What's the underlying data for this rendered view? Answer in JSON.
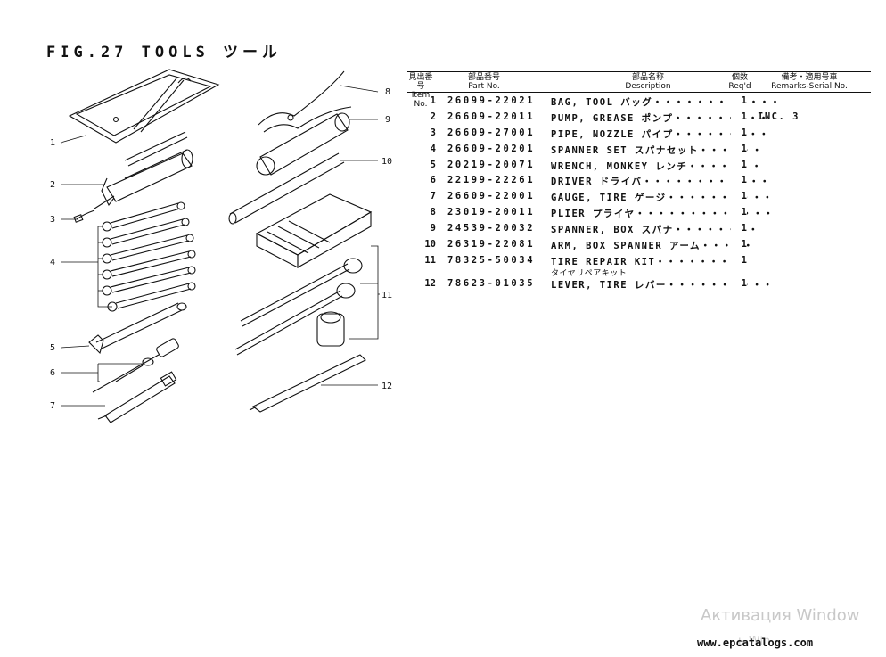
{
  "figure": {
    "title": "FIG.27  TOOLS ツール"
  },
  "callouts": [
    "1",
    "2",
    "3",
    "4",
    "5",
    "6",
    "7",
    "8",
    "9",
    "10",
    "11",
    "12"
  ],
  "table": {
    "headers": {
      "item_jp": "見出番号",
      "item_en": "Item No.",
      "part_jp": "部品番号",
      "part_en": "Part No.",
      "desc_jp": "部品名称",
      "desc_en": "Description",
      "qty_jp": "個数",
      "qty_en": "Req'd",
      "rem_jp": "備考・適用号車",
      "rem_en": "Remarks-Serial No."
    },
    "rows": [
      {
        "no": "1",
        "part": "26099-22021",
        "desc": "BAG, TOOL バッグ・・・・・・・・・・・・",
        "qty": "1",
        "remarks": ""
      },
      {
        "no": "2",
        "part": "26609-22011",
        "desc": "PUMP, GREASE ポンプ・・・・・・・・・",
        "qty": "1",
        "remarks": "INC. 3"
      },
      {
        "no": "3",
        "part": "26609-27001",
        "desc": "PIPE, NOZZLE パイプ・・・・・・・・・",
        "qty": "1",
        "remarks": ""
      },
      {
        "no": "4",
        "part": "26609-20201",
        "desc": "SPANNER SET スパナセット・・・・・・",
        "qty": "1",
        "remarks": ""
      },
      {
        "no": "5",
        "part": "20219-20071",
        "desc": "WRENCH, MONKEY レンチ・・・・・・・",
        "qty": "1",
        "remarks": ""
      },
      {
        "no": "6",
        "part": "22199-22261",
        "desc": "DRIVER ドライバ・・・・・・・・・・・・",
        "qty": "1",
        "remarks": ""
      },
      {
        "no": "7",
        "part": "26609-22001",
        "desc": "GAUGE, TIRE ゲージ・・・・・・・・・・",
        "qty": "1",
        "remarks": ""
      },
      {
        "no": "8",
        "part": "23019-20011",
        "desc": "PLIER プライヤ・・・・・・・・・・・・・",
        "qty": "1",
        "remarks": ""
      },
      {
        "no": "9",
        "part": "24539-20032",
        "desc": "SPANNER, BOX スパナ・・・・・・・・",
        "qty": "1",
        "remarks": ""
      },
      {
        "no": "10",
        "part": "26319-22081",
        "desc": "ARM, BOX SPANNER アーム・・・・・",
        "qty": "1",
        "remarks": ""
      },
      {
        "no": "11",
        "part": "78325-50034",
        "desc": "TIRE REPAIR KIT・・・・・・・・・",
        "desc_sub": "タイヤリペアキット",
        "qty": "1",
        "remarks": ""
      },
      {
        "no": "12",
        "part": "78623-01035",
        "desc": "LEVER, TIRE レバー・・・・・・・・・・",
        "qty": "1",
        "remarks": ""
      }
    ]
  },
  "footer": {
    "site": "www.epcatalogs.com"
  },
  "overlay": {
    "watermark_line1": "Активация Window",
    "watermark_line2": "ь Win"
  }
}
